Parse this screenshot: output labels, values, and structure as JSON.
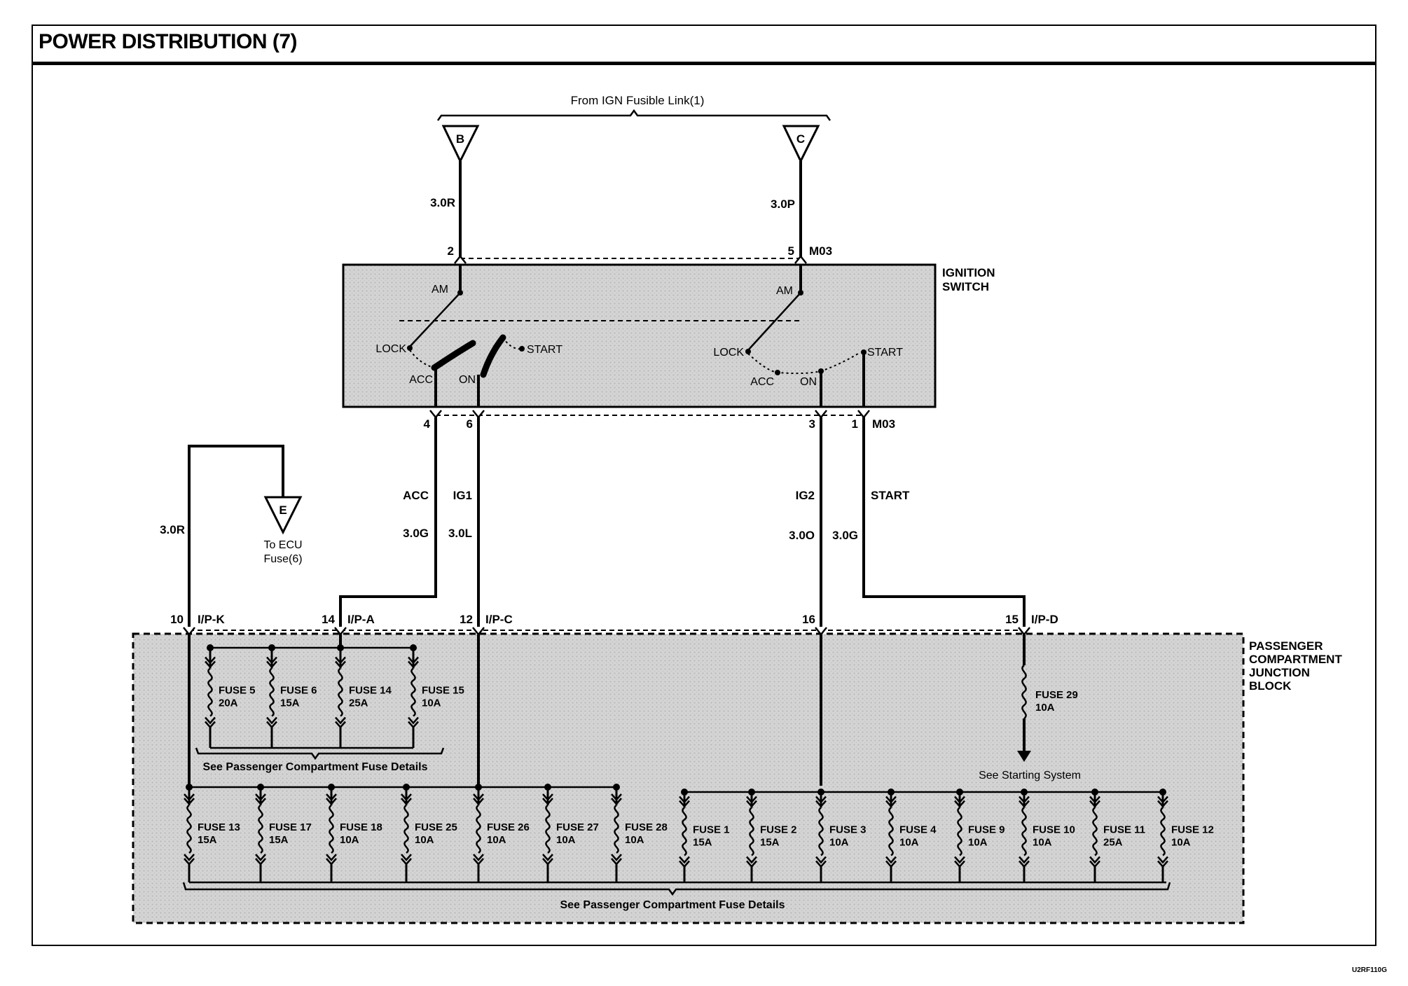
{
  "title": "POWER DISTRIBUTION (7)",
  "drawing_code": "U2RF110G",
  "source": {
    "label": "From IGN Fusible Link(1)",
    "connectors": [
      "B",
      "C"
    ]
  },
  "ignition_switch": {
    "label_line1": "IGNITION",
    "label_line2": "SWITCH",
    "connector_top": "M03",
    "connector_bottom": "M03",
    "left_positions": {
      "am": "AM",
      "lock": "LOCK",
      "acc": "ACC",
      "on": "ON",
      "start": "START"
    },
    "right_positions": {
      "am": "AM",
      "lock": "LOCK",
      "acc": "ACC",
      "on": "ON",
      "start": "START"
    },
    "pins_top": [
      "2",
      "5"
    ],
    "pins_bottom": [
      "4",
      "6",
      "3",
      "1"
    ]
  },
  "wires": [
    {
      "name": "B-feed",
      "size_color": "3.0R"
    },
    {
      "name": "C-feed",
      "size_color": "3.0P"
    },
    {
      "name": "ACC",
      "label": "ACC",
      "size_color": "3.0G"
    },
    {
      "name": "IG1",
      "label": "IG1",
      "size_color": "3.0L"
    },
    {
      "name": "IG2",
      "label": "IG2",
      "size_color": "3.0O"
    },
    {
      "name": "START",
      "label": "START",
      "size_color": "3.0G"
    },
    {
      "name": "ECU-link",
      "size_color": "3.0R"
    }
  ],
  "ecu_connector": {
    "letter": "E",
    "label_line1": "To ECU",
    "label_line2": "Fuse(6)"
  },
  "junction_block": {
    "label_lines": [
      "PASSENGER",
      "COMPARTMENT",
      "JUNCTION",
      "BLOCK"
    ],
    "inputs": [
      {
        "pin": "10",
        "connector": "I/P-K"
      },
      {
        "pin": "14",
        "connector": "I/P-A"
      },
      {
        "pin": "12",
        "connector": "I/P-C"
      },
      {
        "pin": "16",
        "connector": ""
      },
      {
        "pin": "15",
        "connector": "I/P-D"
      }
    ],
    "upper_fuses": [
      {
        "name": "FUSE 5",
        "rating": "20A"
      },
      {
        "name": "FUSE 6",
        "rating": "15A"
      },
      {
        "name": "FUSE 14",
        "rating": "25A"
      },
      {
        "name": "FUSE 15",
        "rating": "10A"
      }
    ],
    "start_fuse": {
      "name": "FUSE 29",
      "rating": "10A"
    },
    "lower_fuses": [
      {
        "name": "FUSE 13",
        "rating": "15A"
      },
      {
        "name": "FUSE 17",
        "rating": "15A"
      },
      {
        "name": "FUSE 18",
        "rating": "10A"
      },
      {
        "name": "FUSE 25",
        "rating": "10A"
      },
      {
        "name": "FUSE 26",
        "rating": "10A"
      },
      {
        "name": "FUSE 27",
        "rating": "10A"
      },
      {
        "name": "FUSE 28",
        "rating": "10A"
      },
      {
        "name": "FUSE 1",
        "rating": "15A"
      },
      {
        "name": "FUSE 2",
        "rating": "15A"
      },
      {
        "name": "FUSE 3",
        "rating": "10A"
      },
      {
        "name": "FUSE 4",
        "rating": "10A"
      },
      {
        "name": "FUSE 9",
        "rating": "10A"
      },
      {
        "name": "FUSE 10",
        "rating": "10A"
      },
      {
        "name": "FUSE 11",
        "rating": "25A"
      },
      {
        "name": "FUSE 12",
        "rating": "10A"
      }
    ],
    "note_upper": "See Passenger Compartment Fuse Details",
    "note_lower": "See Passenger Compartment Fuse Details",
    "note_starting": "See Starting System"
  }
}
